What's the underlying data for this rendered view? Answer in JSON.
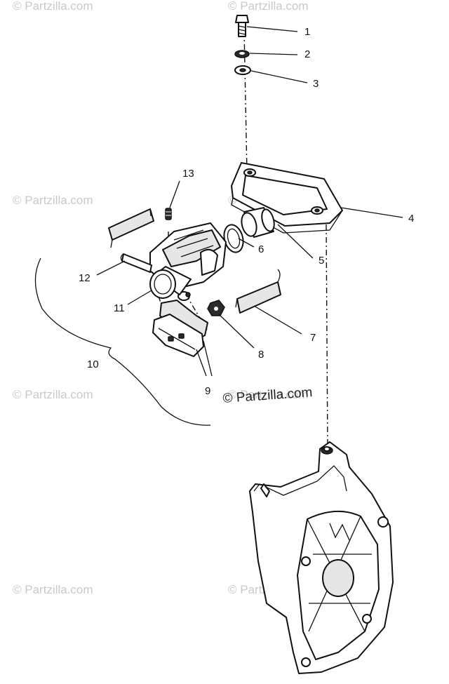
{
  "watermarks": [
    "© Partzilla.com",
    "© Partzilla.com",
    "© Partzilla.com",
    "© Partzilla.com",
    "© Partzilla.com",
    "© Partzilla.com",
    "© Partzilla.com",
    "© Partzilla.com"
  ],
  "center_watermark": "© Partzilla.com",
  "callouts": [
    "1",
    "2",
    "3",
    "4",
    "5",
    "6",
    "7",
    "8",
    "9",
    "10",
    "11",
    "12",
    "13"
  ]
}
